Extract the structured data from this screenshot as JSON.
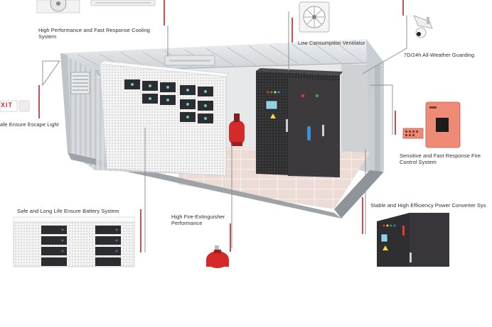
{
  "labels": {
    "cooling": "High Performance and Fast Response Cooling System",
    "ventilator": "Low Consumption Ventilator",
    "guarding": "7D/24h All-Weather Guarding",
    "escape": "afe Ensure Escape Light",
    "fire_control": "Sensitive and Fast Response Fire Control System",
    "battery": "Safe and Long Life Ensure Battery System",
    "extinguisher": "High Fire-Extinguisher Performance",
    "converter": "Stable and High Efficiency Power Converter Sys"
  },
  "exit_sign": "XIT",
  "colors": {
    "callout": "#b3262e",
    "container": "#d9dcdf",
    "floor": "#e9d9d2",
    "cabinet": "#3c3a3d",
    "extinguisher": "#d42a2a",
    "battery_rack": "#f0f0f0"
  }
}
